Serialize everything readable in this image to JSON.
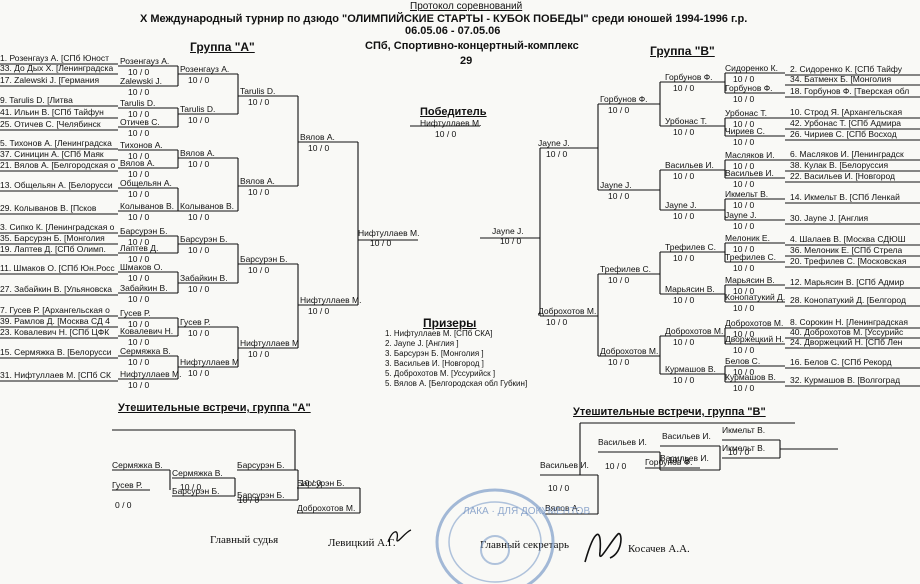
{
  "header": {
    "doc_type": "Протокол соревнований",
    "title": "X Международный турнир по дзюдо \"ОЛИМПИЙСКИЕ СТАРТЫ - КУБОК ПОБЕДЫ\" среди юношей 1994-1996 г.р.",
    "dates": "06.05.06 - 07.05.06",
    "venue": "СПб, Спортивно-концертный-комплекс",
    "weight": "29"
  },
  "group_a": {
    "title": "Группа  \"А\"",
    "entries": [
      "1. Розенгауз А.  [СПб  Юност",
      "33. До Дых Х.  [Ленинградска",
      "17. Zalewski J.  [Германия",
      "9. Tarulis D.  [Литва",
      "41. Ильин В.  [СПб  Тайфун",
      "25. Отичев С.  [Челябинск",
      "5. Тихонов А.  [Ленинградска",
      "37. Синицин А.  [СПб  Маяк",
      "21. Вялов А.  [Белгородская о",
      "13. Общельян А.  [Белорусси",
      "29. Колыванов В.  [Псков",
      "3. Сипко К.  [Ленинградская о",
      "35. Барсурэн Б.  [Монголия",
      "19. Лаптев Д.  [СПб  Олимп.",
      "11. Шмаков О.  [СПб  Юн.Росс",
      "27. Забайкин В.  [Ульяновска",
      "7. Гусев Р.  [Архангельская о",
      "39. Рамлов Д.  [Москва  СД 4",
      "23. Ковалевич Н.  [СПб  ЦФК",
      "15. Сермяжка В.  [Белорусси",
      "31. Нифтуллаев М.  [СПб  СК"
    ],
    "r1": [
      "Розенгауз А.",
      "Zalewski J.",
      "Tarulis D.",
      "Отичев С.",
      "Тихонов А.",
      "Вялов А.",
      "Общельян А.",
      "Колыванов В.",
      "Барсурэн Б.",
      "Лаптев Д.",
      "Шмаков О.",
      "Забайкин В.",
      "Гусев Р.",
      "Ковалевич Н.",
      "Сермяжка В.",
      "Нифтуллаев М."
    ],
    "r2": [
      "Розенгауз А.",
      "Tarulis D.",
      "Вялов А.",
      "Колыванов В.",
      "Барсурэн Б.",
      "Забайкин В.",
      "Гусев Р.",
      "Нифтуллаев М"
    ],
    "r3": [
      "Tarulis D.",
      "Вялов А.",
      "Барсурэн Б.",
      "Нифтуллаев М"
    ],
    "r4": [
      "Вялов А.",
      "Нифтуллаев М."
    ],
    "final": "Нифтуллаев М."
  },
  "group_b": {
    "title": "Группа  \"В\"",
    "entries": [
      "2. Сидоренко К.  [СПб  Тайфу",
      "34. Батменх Б.  [Монголия",
      "18. Горбунов Ф.  [Тверская обл",
      "10. Строд Я.  [Архангельская",
      "42. Урбонас Т.  [СПб  Адмира",
      "26. Чириев С.  [СПб  Восход",
      "6. Масляков И.  [Ленинградск",
      "38. Кулак В.  [Белоруссия",
      "22. Васильев И.  [Новгород",
      "14. Икмельт В.  [СПб  Ленкай",
      "30. Jayne J.  [Англия",
      "4. Шалаев В.  [Москва  СДЮШ",
      "36. Мелоник Е.  [СПб  Стрела",
      "20. Трефилев С.  [Московская",
      "12. Марьясин В.  [СПб  Адмир",
      "28. Конопатукий Д.  [Белгород",
      "8. Сорокин Н.  [Ленинградская",
      "40. Доброхотов М.  [Уссурийс",
      "24. Дворжецкий Н.  [СПб  Лен",
      "16. Белов С.  [СПб  Рекорд",
      "32. Курмашов В.  [Волгоград"
    ],
    "r1": [
      "Сидоренко К.",
      "Горбунов Ф.",
      "Урбонас Т.",
      "Чириев С.",
      "Масляков И.",
      "Васильев И.",
      "Икмельт В.",
      "Jayne J.",
      "Мелоник Е.",
      "Трефилев С.",
      "Марьясин В.",
      "Конопатукий Д.",
      "Доброхотов М.",
      "Дворжецкий Н.",
      "Белов С.",
      "Курмашов В."
    ],
    "r2": [
      "Горбунов Ф.",
      "Урбонас Т.",
      "Васильев И.",
      "Jayne J.",
      "Трефилев С.",
      "Марьясин В.",
      "Доброхотов М.",
      "Курмашов В."
    ],
    "r3": [
      "Горбунов Ф.",
      "Jayne J.",
      "Трефилев С.",
      "Доброхотов М."
    ],
    "r4": [
      "Jayne J.",
      "Доброхотов М."
    ],
    "final": "Jayne J."
  },
  "winner": {
    "title": "Победитель",
    "name": "Нифтуллаев М.",
    "score": "10  /  0"
  },
  "prizes": {
    "title": "Призеры",
    "items": [
      "1. Нифтуллаев М.        [СПб  СКА]",
      "2. Jayne J.        [Англия     ]",
      "3. Барсурэн Б.        [Монголия    ]",
      "3. Васильев И.        [Новгород    ]",
      "5. Доброхотов М.        [Уссурийск    ]",
      "5. Вялов А.        [Белгородская обл  Губкин]"
    ]
  },
  "cons_a": {
    "title": "Утешительные встречи, группа \"А\"",
    "names": [
      "Сермяжка В.",
      "Гусев Р.",
      "Сермяжка В.",
      "Барсурэн Б.",
      "Барсурэн Б.",
      "Барсурэн Б.",
      "Барсурэн Б.",
      "Доброхотов М."
    ]
  },
  "cons_b": {
    "title": "Утешительные встречи, группа \"В\"",
    "names": [
      "Икмельт В.",
      "Васильев И.",
      "Васильев И.",
      "Икмельт В.",
      "Васильев И.",
      "Горбунов Ф.",
      "Васильев И.",
      "Вялов А."
    ]
  },
  "scores": {
    "s100": "10  /  0",
    "s00": "0  /  0"
  },
  "signatures": {
    "judge_label": "Главный судья",
    "judge_name": "Левицкий А.Г.",
    "secretary_label": "Главный секретарь",
    "secretary_name": "Косачев А.А."
  },
  "stamp": {
    "text": "ЛАКА · ДЛЯ ДОКУМЕНТОВ"
  }
}
